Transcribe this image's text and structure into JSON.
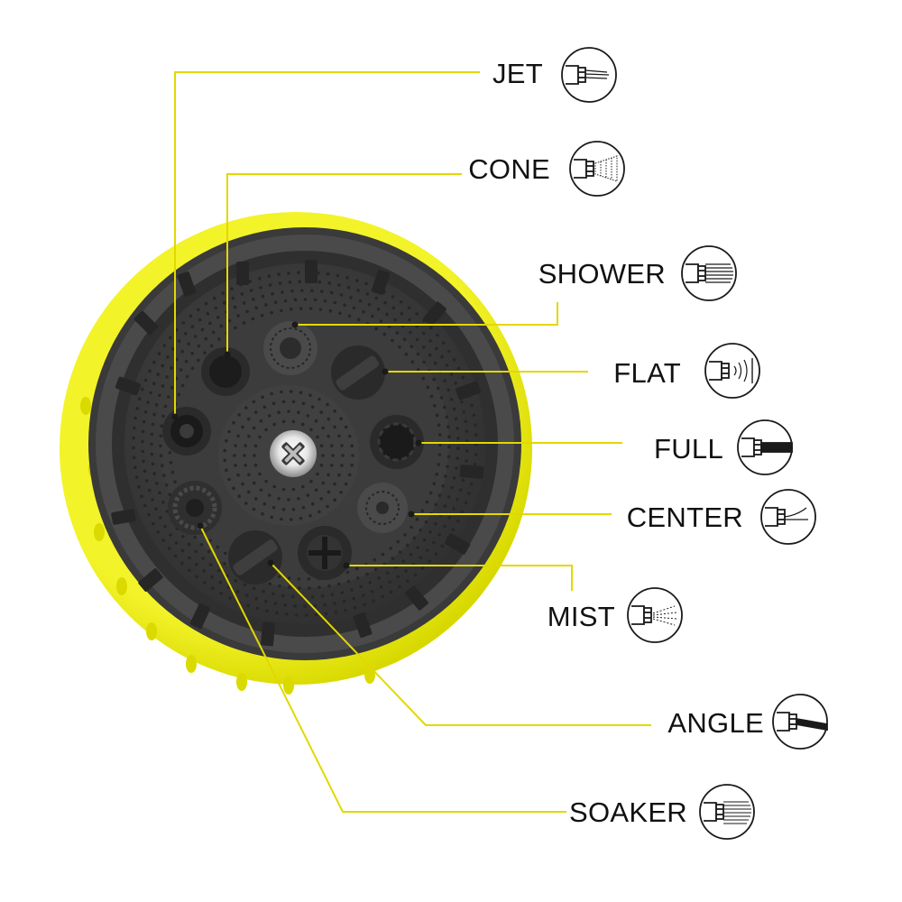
{
  "colors": {
    "accent_yellow": "#e8e000",
    "leader_line": "#e2d800",
    "rubber_ring": "#ecec18",
    "nozzle_face": "#3b3b3b",
    "label_text": "#111111"
  },
  "spray_patterns": [
    {
      "id": "jet",
      "label": "JET",
      "icon": "jet-spray-icon"
    },
    {
      "id": "cone",
      "label": "CONE",
      "icon": "cone-spray-icon"
    },
    {
      "id": "shower",
      "label": "SHOWER",
      "icon": "shower-spray-icon"
    },
    {
      "id": "flat",
      "label": "FLAT",
      "icon": "flat-spray-icon"
    },
    {
      "id": "full",
      "label": "FULL",
      "icon": "full-spray-icon"
    },
    {
      "id": "center",
      "label": "CENTER",
      "icon": "center-spray-icon"
    },
    {
      "id": "mist",
      "label": "MIST",
      "icon": "mist-spray-icon"
    },
    {
      "id": "angle",
      "label": "ANGLE",
      "icon": "angle-spray-icon"
    },
    {
      "id": "soaker",
      "label": "SOAKER",
      "icon": "soaker-spray-icon"
    }
  ]
}
